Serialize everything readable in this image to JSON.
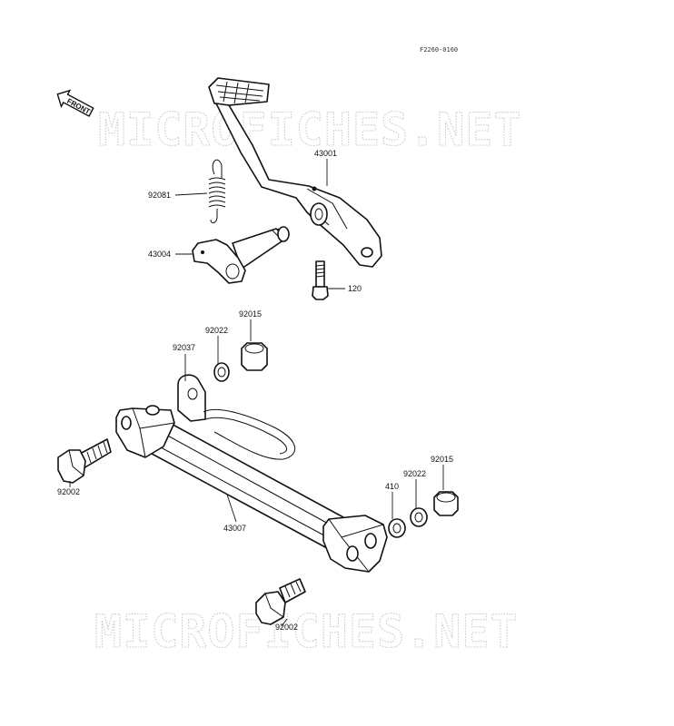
{
  "diagram_code": "F2260-0160",
  "front_label": "FRONT",
  "watermarks": [
    "MICROFICHES.NET",
    "MICROFICHES.NET"
  ],
  "callouts": {
    "pedal": "43001",
    "spring": "92081",
    "shaft": "43004",
    "pedal_bolt": "120",
    "upper_collar": "92015",
    "upper_washer": "92022",
    "bracket": "92037",
    "left_bolt": "92002",
    "rod": "43007",
    "right_washer_410": "410",
    "right_washer": "92022",
    "right_collar": "92015",
    "bottom_bolt": "92002"
  }
}
